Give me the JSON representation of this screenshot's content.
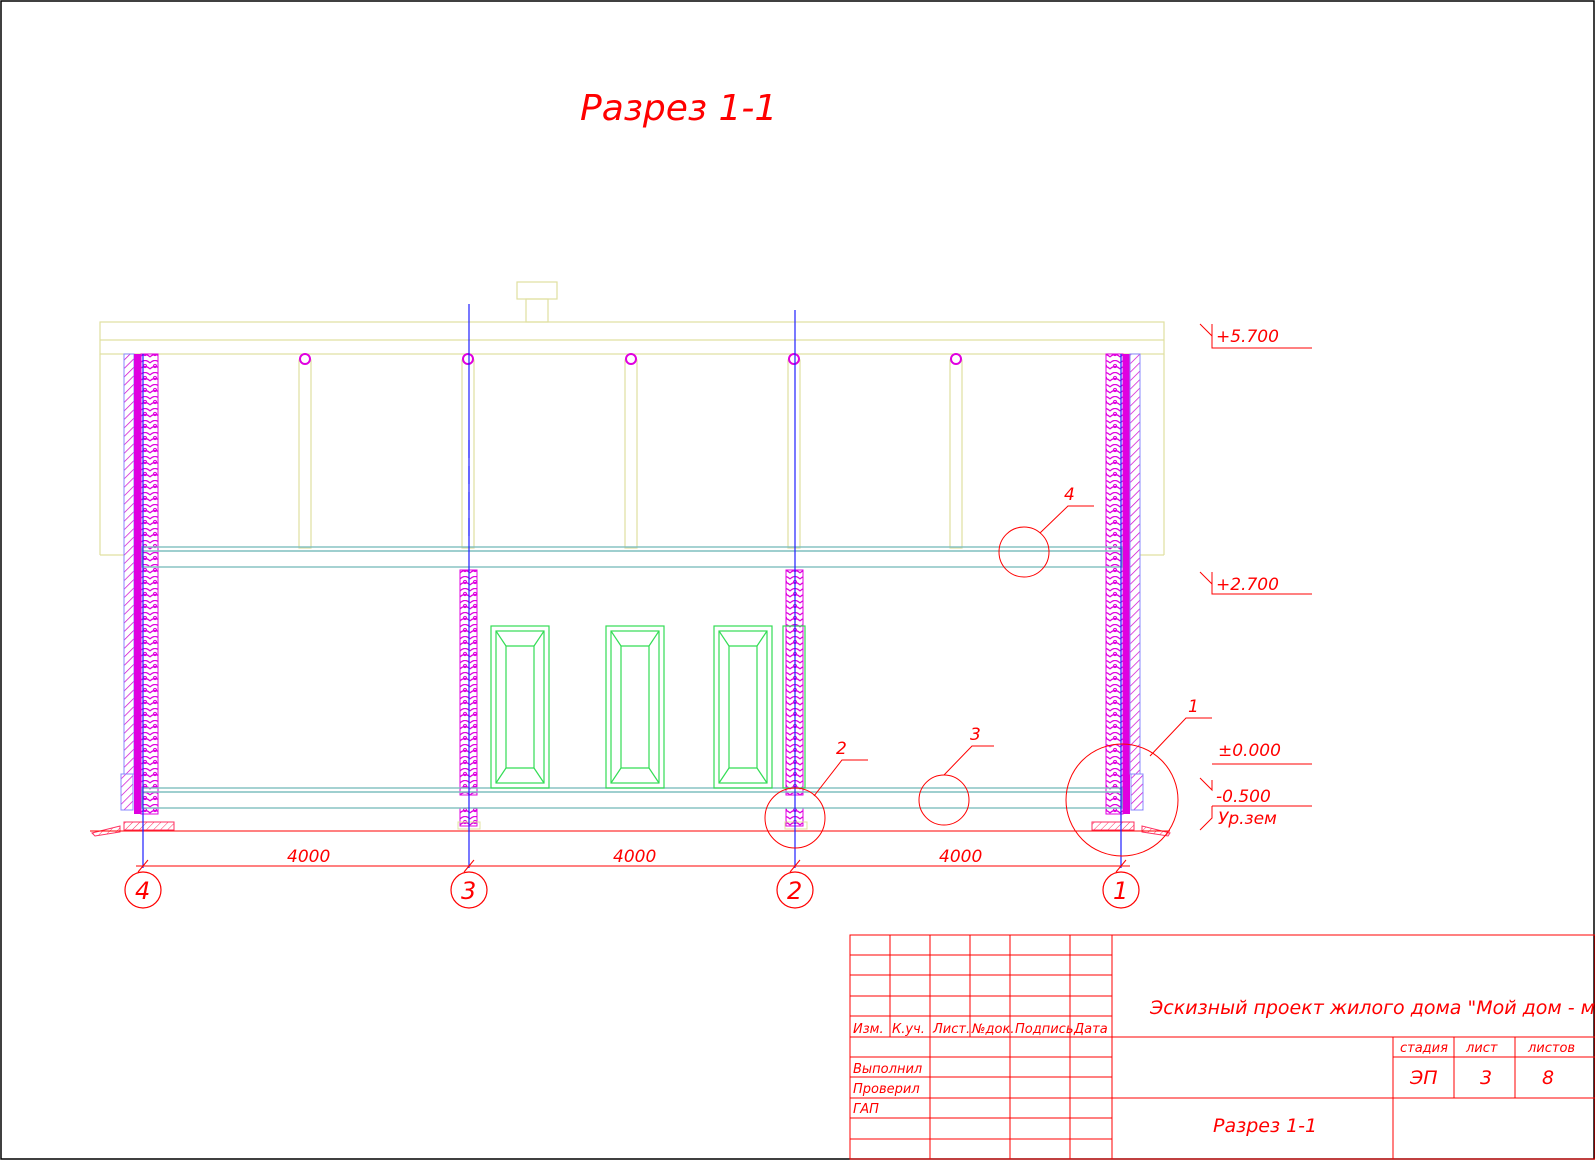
{
  "title": "Разрез 1-1",
  "dimensions": [
    "4000",
    "4000",
    "4000"
  ],
  "levels": [
    "+5.700",
    "+2.700",
    "±0.000",
    "-0.500",
    "Ур.зем"
  ],
  "axes": [
    "4",
    "3",
    "2",
    "1"
  ],
  "callouts": [
    "1",
    "2",
    "3",
    "4"
  ],
  "stamp": {
    "headers": [
      "Изм.",
      "К.уч.",
      "Лист.",
      "№док.",
      "Подпись",
      "Дата"
    ],
    "rows": [
      "Выполнил",
      "Проверил",
      "ГАП"
    ],
    "project": "Эскизный проект жилого дома \"Мой дом - моя крепость\"",
    "stage_labels": [
      "стадия",
      "лист",
      "листов"
    ],
    "stage_values": [
      "ЭП",
      "3",
      "8"
    ],
    "sheet_name": "Разрез 1-1"
  },
  "colors": {
    "dim_red": "#ff0000",
    "axis_blue": "#1a1aff",
    "insulation_magenta": "#e000e0",
    "roof_yellow": "#e6e6a0",
    "window_green": "#33dd55",
    "slab_teal": "#88c8c8"
  }
}
